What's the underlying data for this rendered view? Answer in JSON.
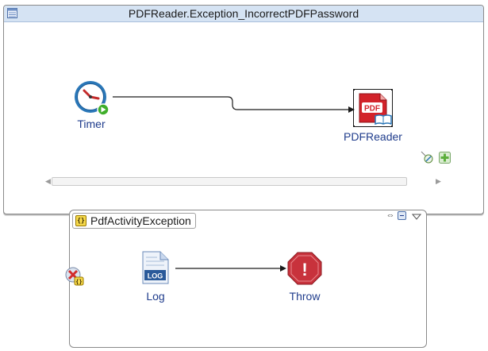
{
  "process": {
    "title": "PDFReader.Exception_IncorrectPDFPassword",
    "nodes": {
      "timer": {
        "label": "Timer",
        "icon": "timer-clock-icon"
      },
      "pdfreader": {
        "label": "PDFReader",
        "icon": "pdf-reader-icon",
        "selected": true
      }
    },
    "connections": [
      {
        "from": "timer",
        "to": "pdfreader"
      }
    ]
  },
  "subprocess": {
    "title": "PdfActivityException",
    "badge_text": "{}",
    "nodes": {
      "log": {
        "label": "Log",
        "icon": "log-document-icon",
        "icon_text": "LOG"
      },
      "throw": {
        "label": "Throw",
        "icon": "throw-error-icon",
        "icon_text": "!"
      }
    },
    "connections": [
      {
        "from": "log",
        "to": "throw"
      }
    ]
  },
  "pdf_icon_text": "PDF",
  "colors": {
    "label_text": "#1f3c8c",
    "title_bar": "#d5e3f3",
    "throw_red": "#c8323c",
    "pdf_red": "#d2232a",
    "timer_blue": "#2a77b8",
    "play_green": "#3fae2a"
  }
}
